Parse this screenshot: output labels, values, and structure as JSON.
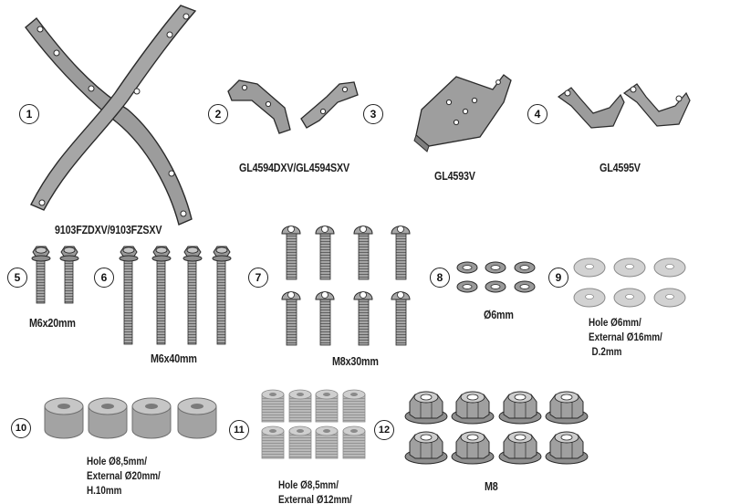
{
  "items": [
    {
      "num": "1",
      "code": "9103FZDXV/9103FZSXV"
    },
    {
      "num": "2"
    },
    {
      "num": "3",
      "code": "GL4594DXV/GL4594SXV"
    },
    {
      "num": "",
      "code": "GL4593V"
    },
    {
      "num": "4",
      "code": "GL4595V"
    },
    {
      "num": "5",
      "size": "M6x20mm"
    },
    {
      "num": "6",
      "size": "M6x40mm"
    },
    {
      "num": "7",
      "size": "M8x30mm"
    },
    {
      "num": "8",
      "size": "Ø6mm"
    },
    {
      "num": "9",
      "spec": [
        "Hole Ø6mm/",
        "External Ø16mm/",
        "D.2mm"
      ]
    },
    {
      "num": "10",
      "spec": [
        "Hole Ø8,5mm/",
        "External Ø20mm/",
        "H.10mm"
      ]
    },
    {
      "num": "11",
      "spec": [
        "Hole Ø8,5mm/",
        "External Ø12mm/"
      ]
    },
    {
      "num": "12",
      "size": "M8"
    }
  ],
  "colors": {
    "part_fill": "#9c9c9c",
    "outline": "#2a2a2a",
    "hole": "#ffffff"
  }
}
